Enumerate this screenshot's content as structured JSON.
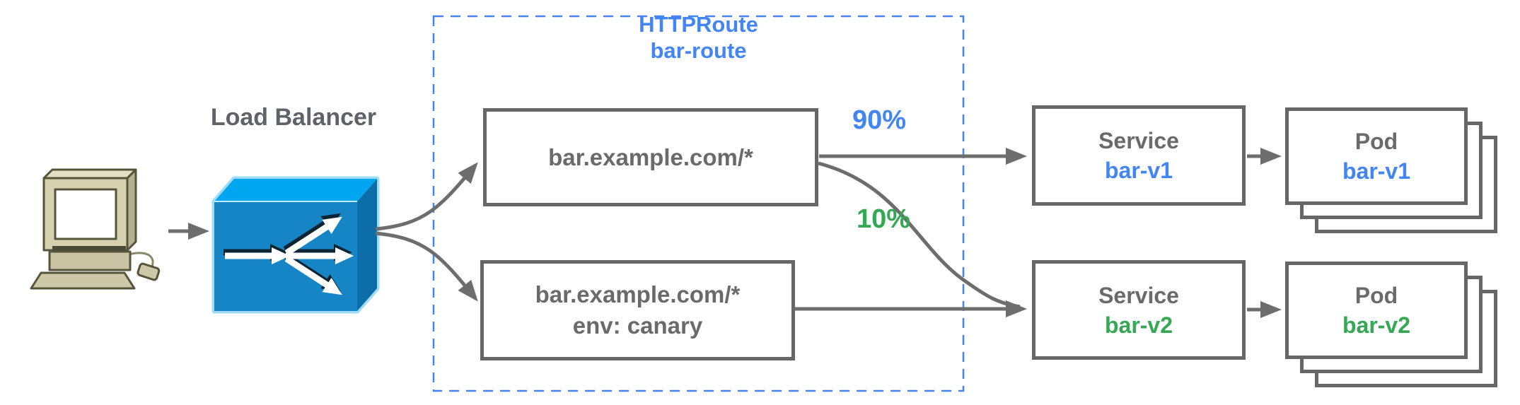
{
  "colors": {
    "connector_gray": "#6d6d6d",
    "box_border_gray": "#666666",
    "text_gray": "#6a6a6a",
    "accent_blue": "#4285f4",
    "accent_green": "#34a853",
    "dashed_border_blue": "#4285f4",
    "lb_front_blue": "#1585c5",
    "lb_top_blue": "#00a7f0",
    "lb_side_blue": "#0c6da9"
  },
  "client": {
    "icon": "desktop-computer"
  },
  "load_balancer": {
    "label": "Load Balancer",
    "icon": "load-balancer-3d-box"
  },
  "httproute": {
    "kind": "HTTPRoute",
    "name": "bar-route",
    "rules": [
      {
        "lines": [
          "bar.example.com/*"
        ]
      },
      {
        "lines": [
          "bar.example.com/*",
          "env: canary"
        ]
      }
    ]
  },
  "traffic_split": {
    "v1_weight": "90%",
    "v2_weight": "10%"
  },
  "services": [
    {
      "kind": "Service",
      "name": "bar-v1",
      "accent": "blue"
    },
    {
      "kind": "Service",
      "name": "bar-v2",
      "accent": "green"
    }
  ],
  "pods": [
    {
      "kind": "Pod",
      "name": "bar-v1",
      "accent": "blue"
    },
    {
      "kind": "Pod",
      "name": "bar-v2",
      "accent": "green"
    }
  ]
}
